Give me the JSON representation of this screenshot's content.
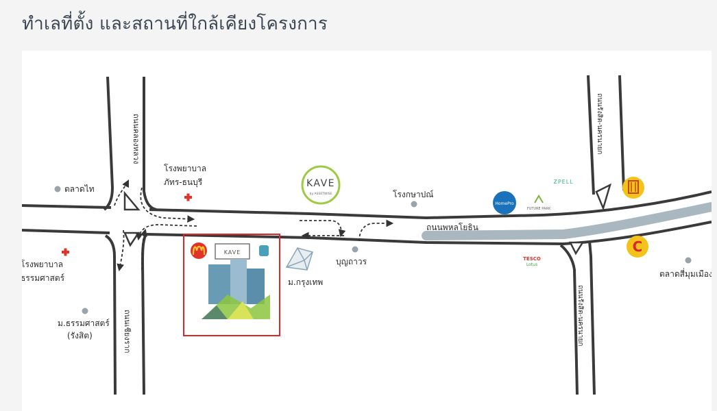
{
  "heading": "ทำเลที่ตั้ง และสถานที่ใกล้เคียงโครงการ",
  "colors": {
    "road_edge": "#3a3a3a",
    "arrow": "#333333",
    "expressway": "#a9b8c0",
    "poi_dot": "#9aa3ab",
    "hospital": "#e2332b",
    "highlight_frame": "#d8282e",
    "kave_ring": "#9ccb43",
    "building_teal": "#6a9bb5",
    "building_green": "#8cc63f"
  },
  "map": {
    "roads": {
      "khlong_luang": "ถนนคลองหลวง",
      "chiang_rak": "ถนนเชียงราก",
      "phahonyothin": "ถนนพหลโยธิน",
      "rangsit_nakhon_nayok_top": "ถนนรังสิต-นครนายก",
      "rangsit_nakhon_nayok_bottom": "ถนนรังสิต-นครนายก"
    },
    "places": {
      "talad_thai": "ตลาดไท",
      "hospital_pattara": [
        "โรงพยาบาล",
        "ภัทร-ธนบุรี"
      ],
      "hospital_thammasat": [
        "โรงพยาบาล",
        "ธรรมศาสตร์"
      ],
      "thammasat_univ": [
        "ม.ธรรมศาสตร์",
        "(รังสิต)"
      ],
      "rongkasap": "โรงกษาปณ์",
      "bunthawon": "บุญถาวร",
      "bangkok_univ": "ม.กรุงเทพ",
      "talad_simummuang": "ตลาดสี่มุมเมือง"
    },
    "logos": {
      "kave": "KAVE",
      "kave_sub": "by ASSETWISE",
      "kave_small": "KAVE",
      "zpell": "ZPELL",
      "tesco": "TESCO",
      "tesco_sub": "Lotus",
      "future_park": "FUTURE PARK",
      "homepro": "HomePro",
      "central": "C"
    }
  }
}
